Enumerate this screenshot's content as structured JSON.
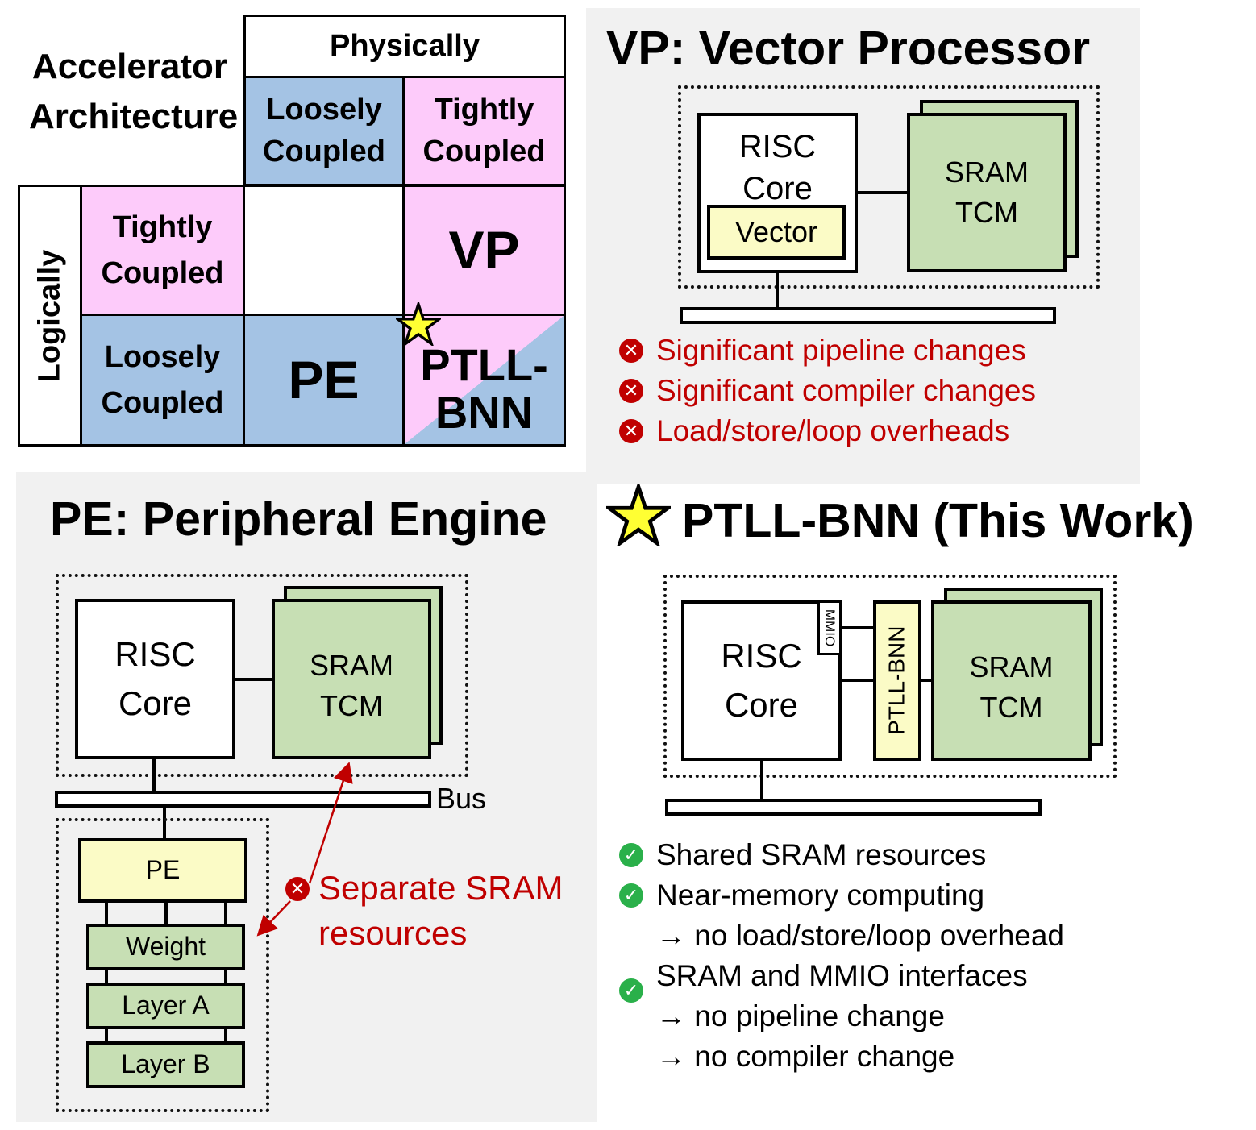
{
  "matrix": {
    "corner_label_line1": "Accelerator",
    "corner_label_line2": "Architecture",
    "physically": "Physically",
    "logically": "Logically",
    "col_loose_1": "Loosely",
    "col_loose_2": "Coupled",
    "col_tight_1": "Tightly",
    "col_tight_2": "Coupled",
    "row_tight_1": "Tightly",
    "row_tight_2": "Coupled",
    "row_loose_1": "Loosely",
    "row_loose_2": "Coupled",
    "cell_vp": "VP",
    "cell_pe": "PE",
    "cell_ptll_1": "PTLL-",
    "cell_ptll_2": "BNN"
  },
  "vp": {
    "title": "VP: Vector Processor",
    "risc_1": "RISC",
    "risc_2": "Core",
    "vector": "Vector",
    "sram_1": "SRAM",
    "sram_2": "TCM",
    "cons": [
      "Significant pipeline changes",
      "Significant compiler changes",
      "Load/store/loop overheads"
    ]
  },
  "pe": {
    "title": "PE: Peripheral Engine",
    "risc_1": "RISC",
    "risc_2": "Core",
    "sram_1": "SRAM",
    "sram_2": "TCM",
    "bus": "Bus",
    "pe_block": "PE",
    "weight": "Weight",
    "layer_a": "Layer A",
    "layer_b": "Layer B",
    "con_1": "Separate SRAM",
    "con_2": "resources"
  },
  "ptll": {
    "title": "PTLL-BNN (This Work)",
    "risc_1": "RISC",
    "risc_2": "Core",
    "mmio": "MMIO",
    "ptll_block": "PTLL-BNN",
    "sram_1": "SRAM",
    "sram_2": "TCM",
    "pros": [
      {
        "text": "Shared SRAM resources"
      },
      {
        "text": "Near-memory computing",
        "sub": [
          "→ no load/store/loop overhead"
        ]
      },
      {
        "text": "SRAM and MMIO interfaces",
        "sub": [
          "→ no pipeline change",
          "→ no compiler change"
        ]
      }
    ]
  },
  "colors": {
    "blue": "#a4c3e4",
    "pink": "#fdcbfa",
    "green": "#c7dfb4",
    "yellow": "#fbfbc6",
    "red": "#c00000",
    "check": "#2ab04a",
    "star": "#ffff33"
  },
  "icons": [
    "x-circle-icon",
    "check-circle-icon",
    "star-icon"
  ]
}
